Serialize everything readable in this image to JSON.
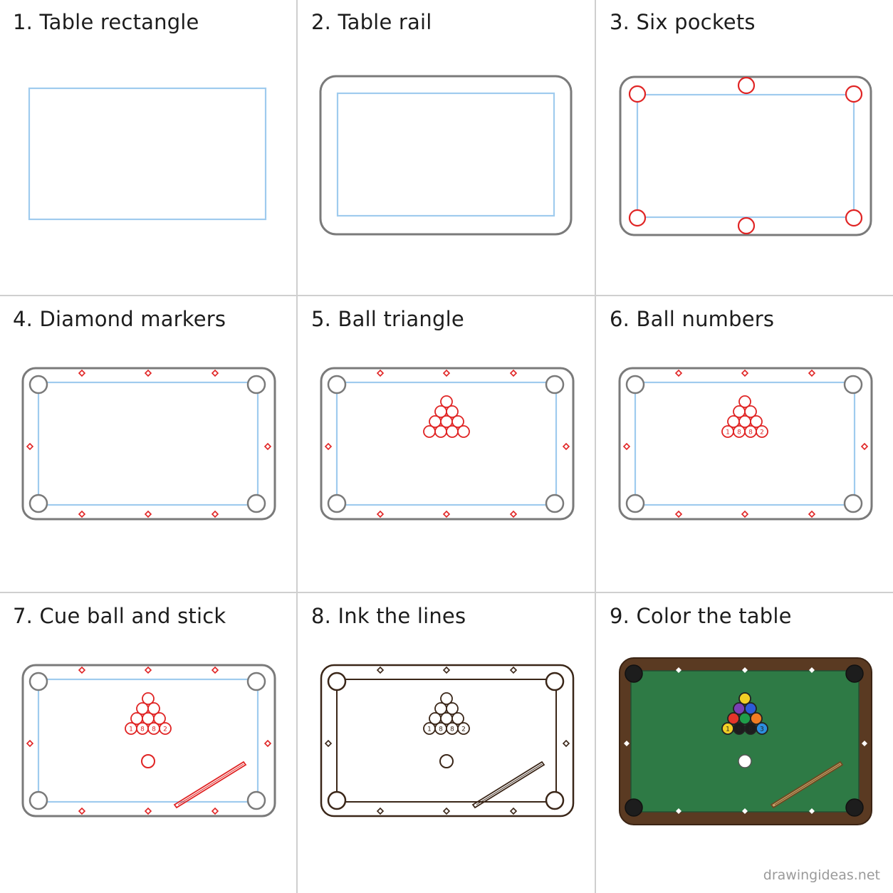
{
  "steps": [
    {
      "title": "1. Table rectangle"
    },
    {
      "title": "2. Table rail"
    },
    {
      "title": "3. Six pockets"
    },
    {
      "title": "4. Diamond markers"
    },
    {
      "title": "5. Ball triangle"
    },
    {
      "title": "6. Ball numbers"
    },
    {
      "title": "7. Cue ball and stick"
    },
    {
      "title": "8. Ink the lines"
    },
    {
      "title": "9. Color the table"
    }
  ],
  "ball_numbers": [
    "1",
    "8",
    "8",
    "2"
  ],
  "final_ball_numbers": [
    "1",
    "8",
    "8",
    "3"
  ],
  "watermark": "drawingideas.net",
  "colors": {
    "guide_blue": "#9fcbee",
    "pencil_gray": "#7a7a7a",
    "sketch_red": "#e02424",
    "ink_brown": "#3a2618",
    "felt_green": "#2e7a45",
    "rail_wood": "#5a3a22",
    "stick_wood": "#c9a16a"
  }
}
